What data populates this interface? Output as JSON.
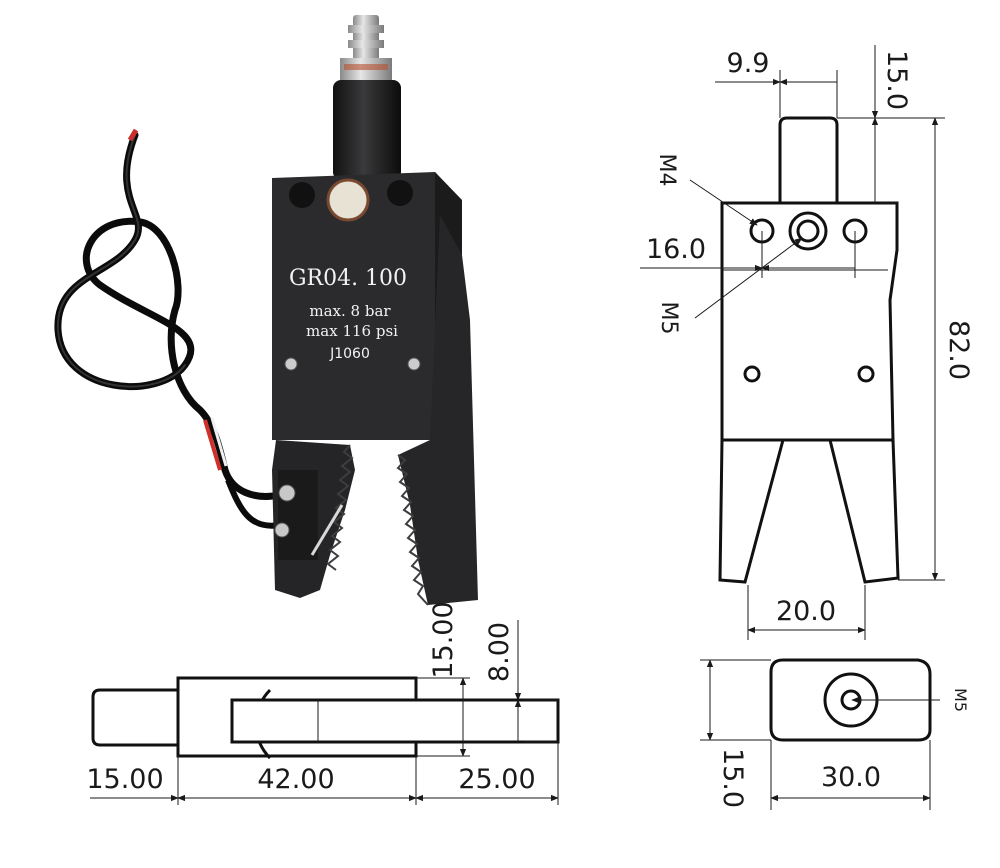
{
  "product": {
    "model": "GR04. 100",
    "pressure_bar": "max. 8 bar",
    "pressure_psi": "max 116 psi",
    "code": "J1060"
  },
  "front_view": {
    "top_width": "9.9",
    "top_height": "15.0",
    "thread_m4": "M4",
    "hole_spacing": "16.0",
    "thread_m5": "M5",
    "total_height": "82.0",
    "jaw_width": "20.0"
  },
  "side_view": {
    "jaw_height": "15.00",
    "jaw_thickness": "8.00",
    "left_length": "15.00",
    "body_length": "42.00",
    "right_length": "25.00"
  },
  "top_view": {
    "thread": "M5",
    "height": "15.0",
    "width": "30.0"
  },
  "colors": {
    "gripper_body": "#2b2b2d",
    "line": "#1a1a1a",
    "wire_red": "#d0302a"
  }
}
